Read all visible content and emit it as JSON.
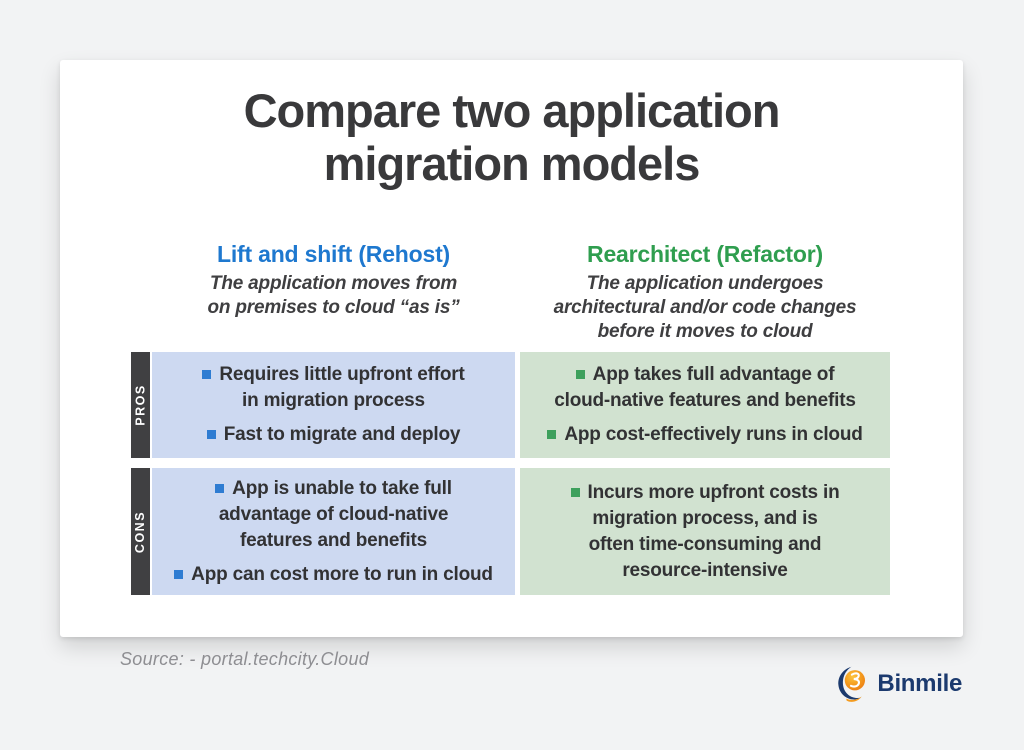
{
  "title": {
    "lines": [
      "Compare two application",
      "migration models"
    ]
  },
  "columns": {
    "rehost": {
      "header": "Lift and shift (Rehost)",
      "description": [
        "The application moves from",
        "on premises to cloud “as is”"
      ]
    },
    "refactor": {
      "header": "Rearchitect (Refactor)",
      "description": [
        "The application undergoes",
        "architectural and/or code changes",
        "before it moves to cloud"
      ]
    }
  },
  "rows": {
    "pros": {
      "label": "PROS",
      "rehost": [
        {
          "lines": [
            "Requires little upfront effort",
            "in migration process"
          ]
        },
        {
          "lines": [
            "Fast to migrate and deploy"
          ]
        }
      ],
      "refactor": [
        {
          "lines": [
            "App takes full advantage of",
            "cloud-native features and benefits"
          ]
        },
        {
          "lines": [
            "App cost-effectively runs in cloud"
          ]
        }
      ]
    },
    "cons": {
      "label": "CONS",
      "rehost": [
        {
          "lines": [
            "App is unable to take full",
            "advantage of cloud-native",
            "features and benefits"
          ]
        },
        {
          "lines": [
            "App can cost more to run in cloud"
          ]
        }
      ],
      "refactor": [
        {
          "lines": [
            "Incurs more upfront costs in",
            "migration process, and is",
            "often time-consuming and",
            "resource-intensive"
          ]
        }
      ]
    }
  },
  "footer": {
    "source": "Source: - portal.techcity.Cloud",
    "brand": "Binmile"
  },
  "colors": {
    "page_bg": "#f2f3f4",
    "card_bg": "#ffffff",
    "title_text": "#39393b",
    "rehost_accent": "#1e78cf",
    "refactor_accent": "#2f9e4f",
    "rehost_box_bg": "#cdd9f1",
    "refactor_box_bg": "#d1e2d0",
    "rehost_bullet": "#2e7cd2",
    "refactor_bullet": "#3da05c",
    "row_label_bg": "#404042",
    "body_text": "#323234",
    "source_text": "#8e8e92",
    "logo_navy": "#1c3a6e",
    "logo_orange": "#f49b1f"
  },
  "icons": {
    "bullet": "small-square",
    "brand_mark": "binmile-sphere-swoosh"
  }
}
